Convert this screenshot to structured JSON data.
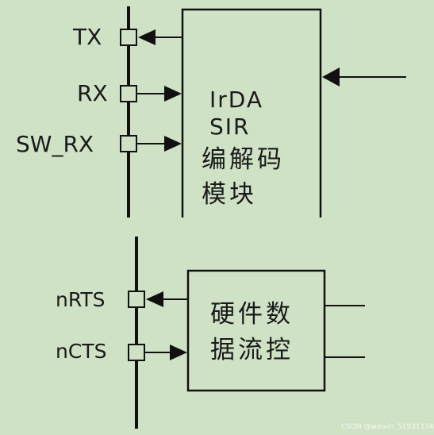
{
  "top_section": {
    "pins": [
      {
        "label": "TX",
        "direction": "output"
      },
      {
        "label": "RX",
        "direction": "input"
      },
      {
        "label": "SW_RX",
        "direction": "input"
      }
    ],
    "block_lines": [
      "IrDA",
      "SIR",
      "编解码",
      "模块"
    ]
  },
  "bottom_section": {
    "pins": [
      {
        "label": "nRTS",
        "direction": "output"
      },
      {
        "label": "nCTS",
        "direction": "input"
      }
    ],
    "block_lines": [
      "硬件数",
      "据流控"
    ]
  },
  "watermark": "CSDN @weixin_51931174",
  "colors": {
    "background": "#cfe2c6",
    "ink": "#111111"
  }
}
